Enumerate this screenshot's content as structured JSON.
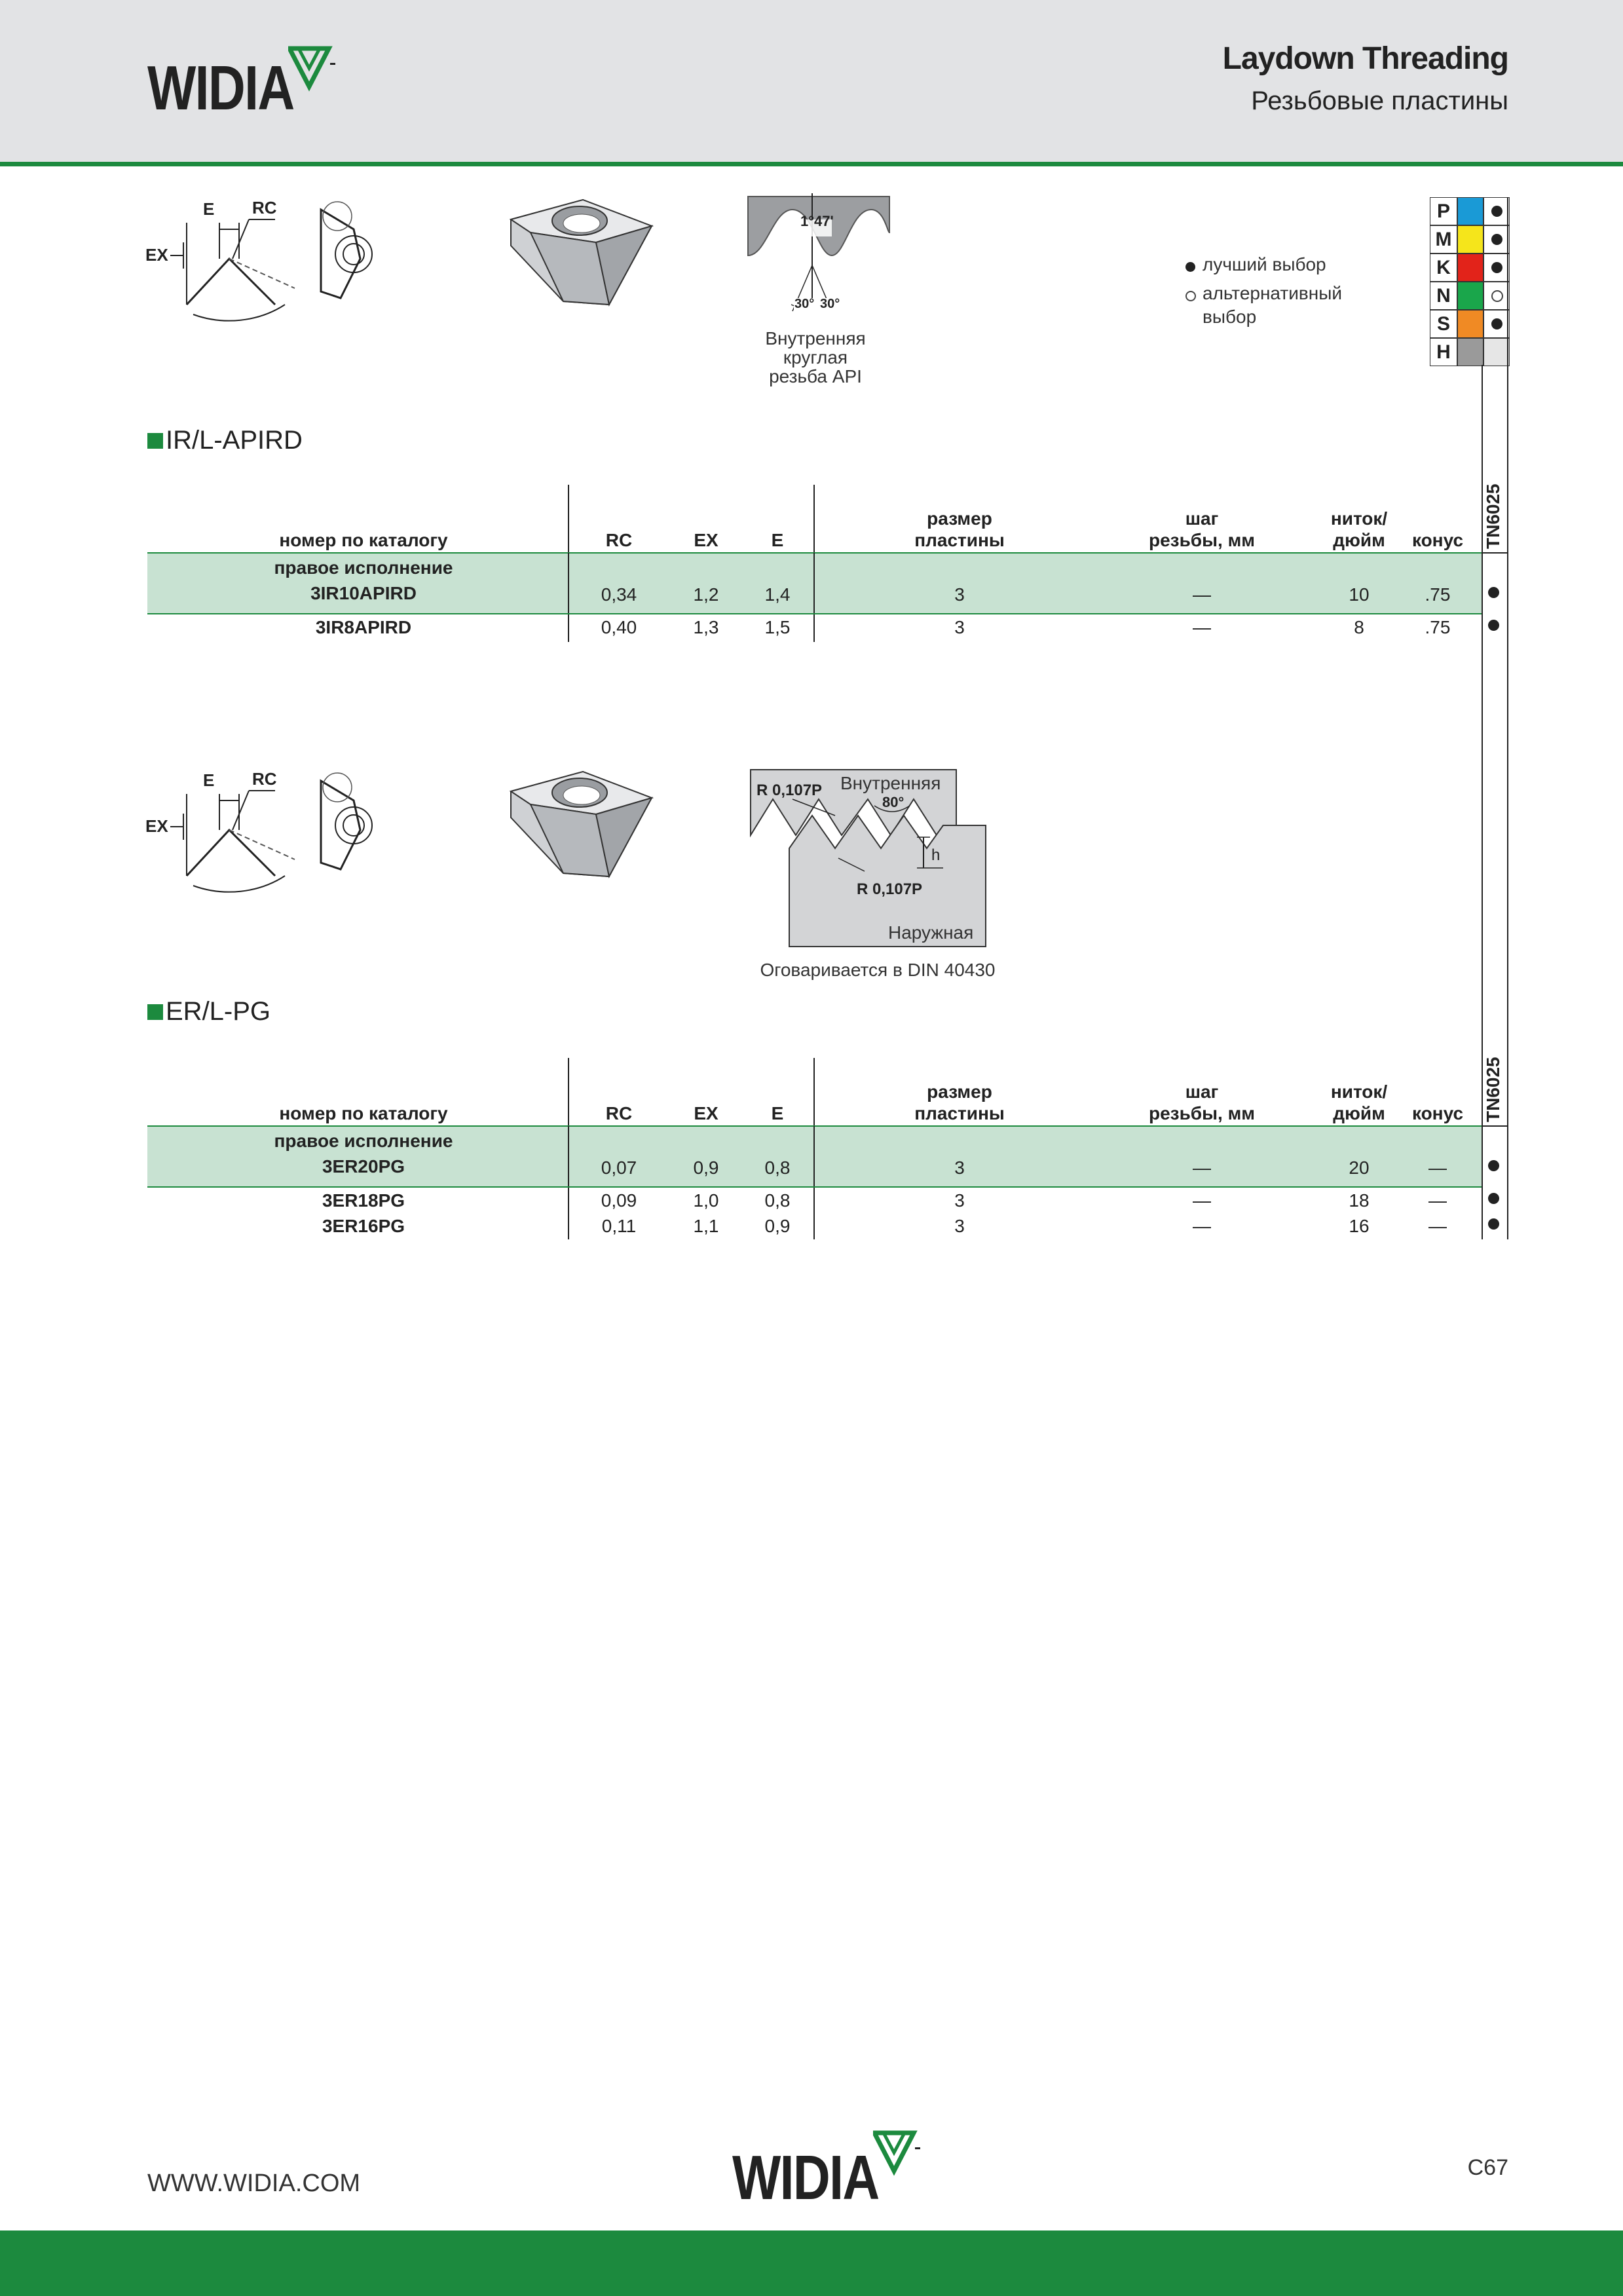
{
  "header": {
    "brand": "WIDIA",
    "title_en": "Laydown Threading",
    "title_ru": "Резьбовые пластины"
  },
  "legend": {
    "best": "лучший выбор",
    "alternative_line1": "альтернативный",
    "alternative_line2": "выбор"
  },
  "iso_groups": [
    {
      "letter": "P",
      "color": "#1a9ad6",
      "mark": "best"
    },
    {
      "letter": "M",
      "color": "#f5e51b",
      "mark": "best"
    },
    {
      "letter": "K",
      "color": "#e2231a",
      "mark": "best"
    },
    {
      "letter": "N",
      "color": "#1aa64b",
      "mark": "alternative"
    },
    {
      "letter": "S",
      "color": "#f08a24",
      "mark": "best"
    },
    {
      "letter": "H",
      "color": "#9a9a9a",
      "mark": "none"
    }
  ],
  "grade": "TN6025",
  "diagram_labels": {
    "E": "E",
    "RC": "RC",
    "EX": "EX"
  },
  "section1": {
    "title": "IR/L-APIRD",
    "profile_angle": "1°47'",
    "angles": [
      "30°",
      "30°"
    ],
    "caption": [
      "Внутренняя",
      "круглая",
      "резьба API"
    ],
    "columns": {
      "catalog": "номер по каталогу",
      "rc": "RC",
      "ex": "EX",
      "e": "E",
      "size_1": "размер",
      "size_2": "пластины",
      "pitch_1": "шаг",
      "pitch_2": "резьбы, мм",
      "tpi_1": "ниток/",
      "tpi_2": "дюйм",
      "taper": "конус"
    },
    "subheader": "правое исполнение",
    "rows": [
      {
        "catalog": "3IR10APIRD",
        "rc": "0,34",
        "ex": "1,2",
        "e": "1,4",
        "size": "3",
        "pitch": "—",
        "tpi": "10",
        "taper": ".75"
      },
      {
        "catalog": "3IR8APIRD",
        "rc": "0,40",
        "ex": "1,3",
        "e": "1,5",
        "size": "3",
        "pitch": "—",
        "tpi": "8",
        "taper": ".75"
      }
    ]
  },
  "section2": {
    "title": "ER/L-PG",
    "profile": {
      "r_top": "R 0,107P",
      "inner": "Внутренняя",
      "angle": "80°",
      "h": "h",
      "r_bottom": "R 0,107P",
      "outer": "Наружная"
    },
    "caption": "Оговаривается в DIN 40430",
    "columns": {
      "catalog": "номер по каталогу",
      "rc": "RC",
      "ex": "EX",
      "e": "E",
      "size_1": "размер",
      "size_2": "пластины",
      "pitch_1": "шаг",
      "pitch_2": "резьбы, мм",
      "tpi_1": "ниток/",
      "tpi_2": "дюйм",
      "taper": "конус"
    },
    "subheader": "правое исполнение",
    "rows": [
      {
        "catalog": "3ER20PG",
        "rc": "0,07",
        "ex": "0,9",
        "e": "0,8",
        "size": "3",
        "pitch": "—",
        "tpi": "20",
        "taper": "—"
      },
      {
        "catalog": "3ER18PG",
        "rc": "0,09",
        "ex": "1,0",
        "e": "0,8",
        "size": "3",
        "pitch": "—",
        "tpi": "18",
        "taper": "—"
      },
      {
        "catalog": "3ER16PG",
        "rc": "0,11",
        "ex": "1,1",
        "e": "0,9",
        "size": "3",
        "pitch": "—",
        "tpi": "16",
        "taper": "—"
      }
    ]
  },
  "footer": {
    "url": "WWW.WIDIA.COM",
    "brand": "WIDIA",
    "page": "C67"
  }
}
